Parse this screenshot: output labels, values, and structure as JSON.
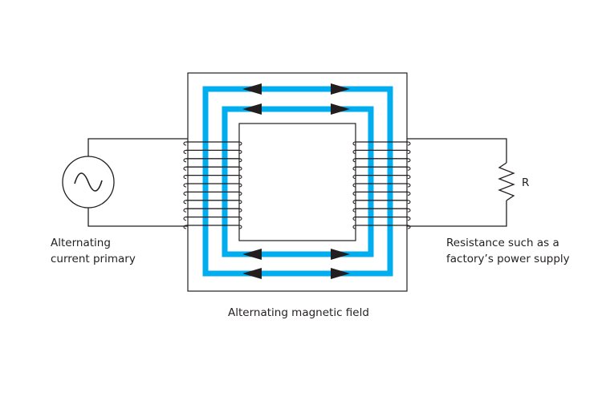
{
  "title": "Transformer with alternating magnetic field",
  "colors": {
    "flux": "#00aeef",
    "line": "#231f20",
    "background": "#ffffff"
  },
  "labels": {
    "primary_line1": "Alternating",
    "primary_line2": "current primary",
    "secondary_line1": "Resistance such as a",
    "secondary_line2": "factory’s power supply",
    "field": "Alternating magnetic field",
    "resistor": "R"
  },
  "components": {
    "source_icon": "ac-source-icon",
    "load_icon": "resistor-icon",
    "primary_coil_turns": 11,
    "secondary_coil_turns": 11
  }
}
